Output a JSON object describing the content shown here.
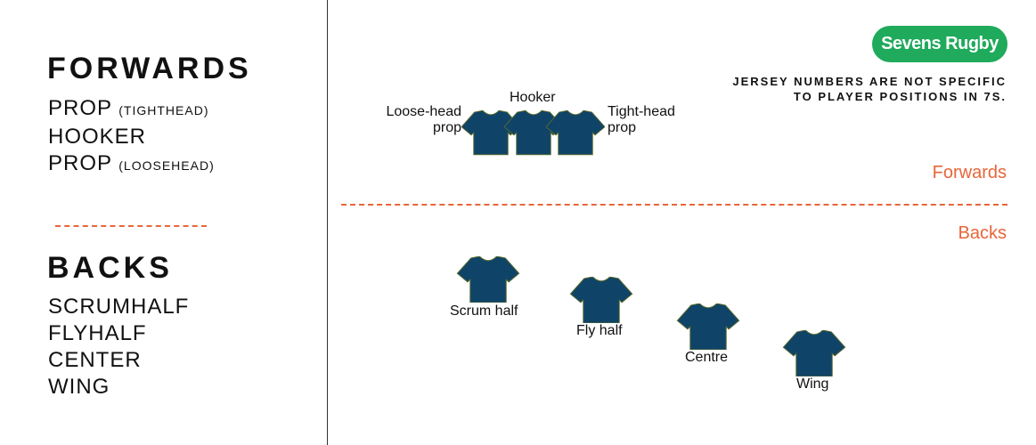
{
  "left_panel": {
    "forwards_title": "FORWARDS",
    "forwards": [
      {
        "main": "PROP",
        "sub": "(TIGHTHEAD)"
      },
      {
        "main": "HOOKER",
        "sub": ""
      },
      {
        "main": "PROP",
        "sub": "(LOOSEHEAD)"
      }
    ],
    "backs_title": "BACKS",
    "backs": [
      "SCRUMHALF",
      "FLYHALF",
      "CENTER",
      "WING"
    ]
  },
  "badge": "Sevens Rugby",
  "note": [
    "JERSEY NUMBERS ARE NOT SPECIFIC",
    "TO PLAYER POSITIONS IN 7S."
  ],
  "sections": {
    "forwards": "Forwards",
    "backs": "Backs"
  },
  "positions": {
    "loose_head": [
      "Loose-head",
      "prop"
    ],
    "hooker": "Hooker",
    "tight_head": [
      "Tight-head",
      "prop"
    ],
    "scrum_half": "Scrum half",
    "fly_half": "Fly half",
    "centre": "Centre",
    "wing": "Wing"
  },
  "colors": {
    "jersey": "#0f4468",
    "accent": "#e8663a",
    "badge": "#1faa5c"
  }
}
